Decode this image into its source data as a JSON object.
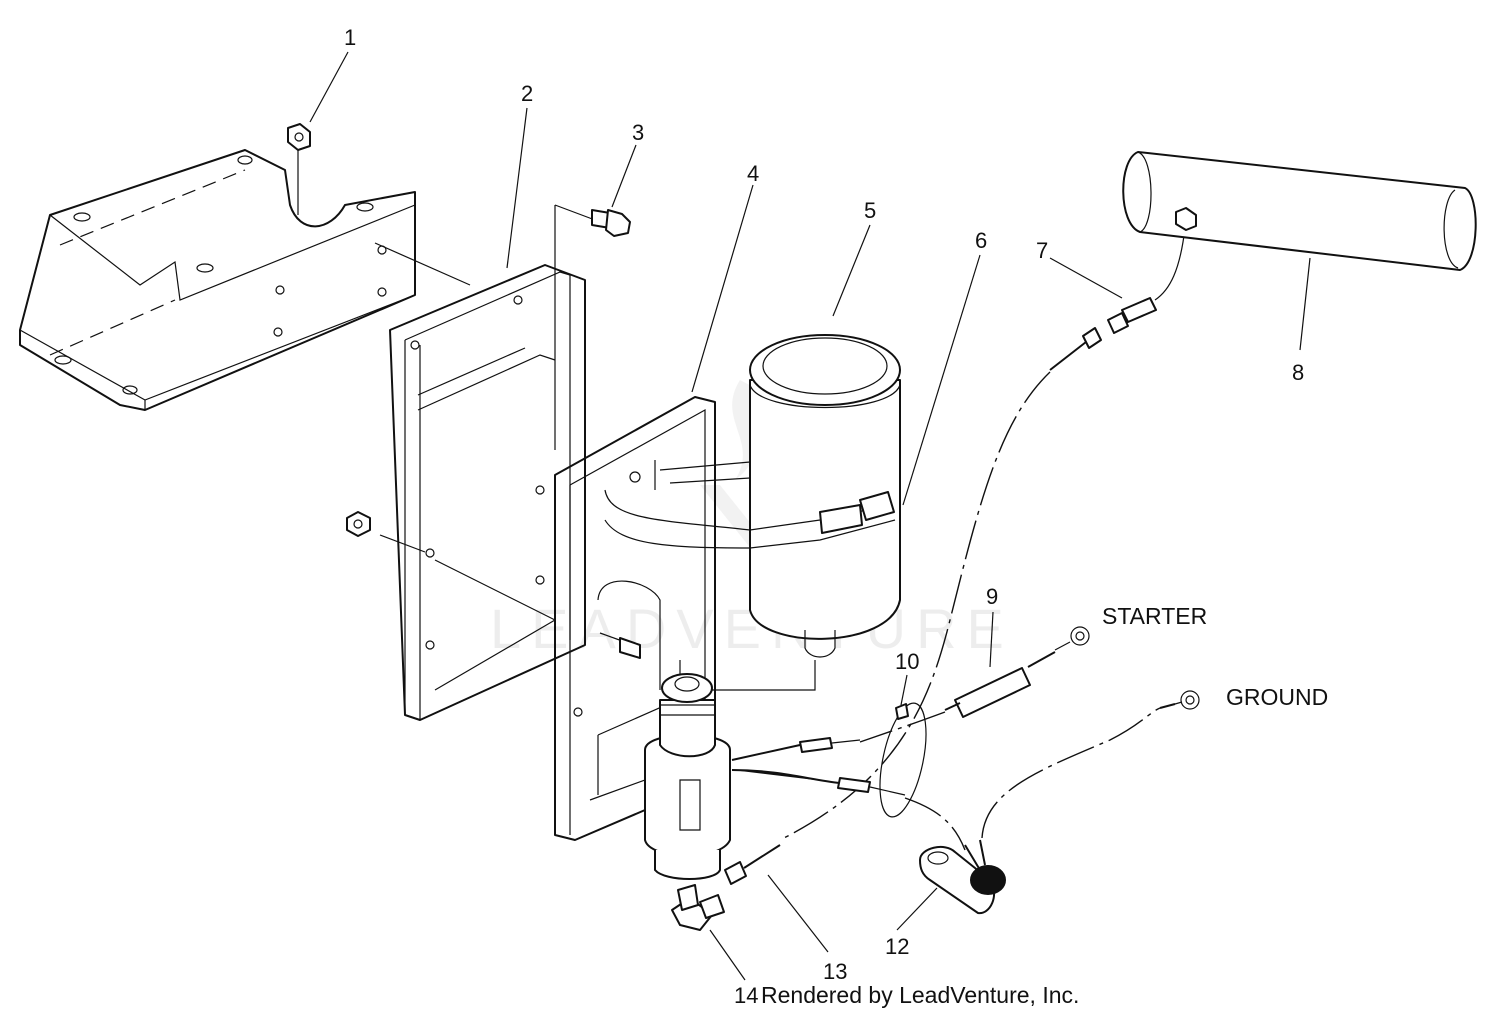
{
  "diagram": {
    "callouts": [
      "1",
      "2",
      "3",
      "4",
      "5",
      "6",
      "7",
      "8",
      "9",
      "10",
      "12",
      "13",
      "14"
    ],
    "terminal_labels": {
      "starter": "STARTER",
      "ground": "GROUND"
    },
    "watermark": "LEADVENTURE",
    "credit": "Rendered by LeadVenture, Inc."
  }
}
